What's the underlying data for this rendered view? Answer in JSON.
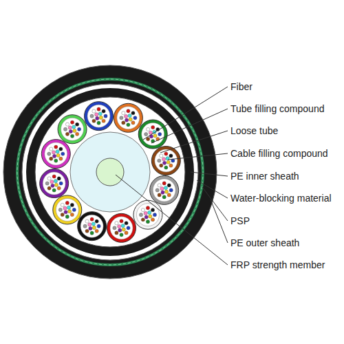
{
  "diagram": {
    "labels": [
      "Fiber",
      "Tube filling compound",
      "Loose tube",
      "Cable filling compound",
      "PE inner sheath",
      "Water-blocking material",
      "PSP",
      "PE outer sheath",
      "FRP strength member"
    ]
  }
}
